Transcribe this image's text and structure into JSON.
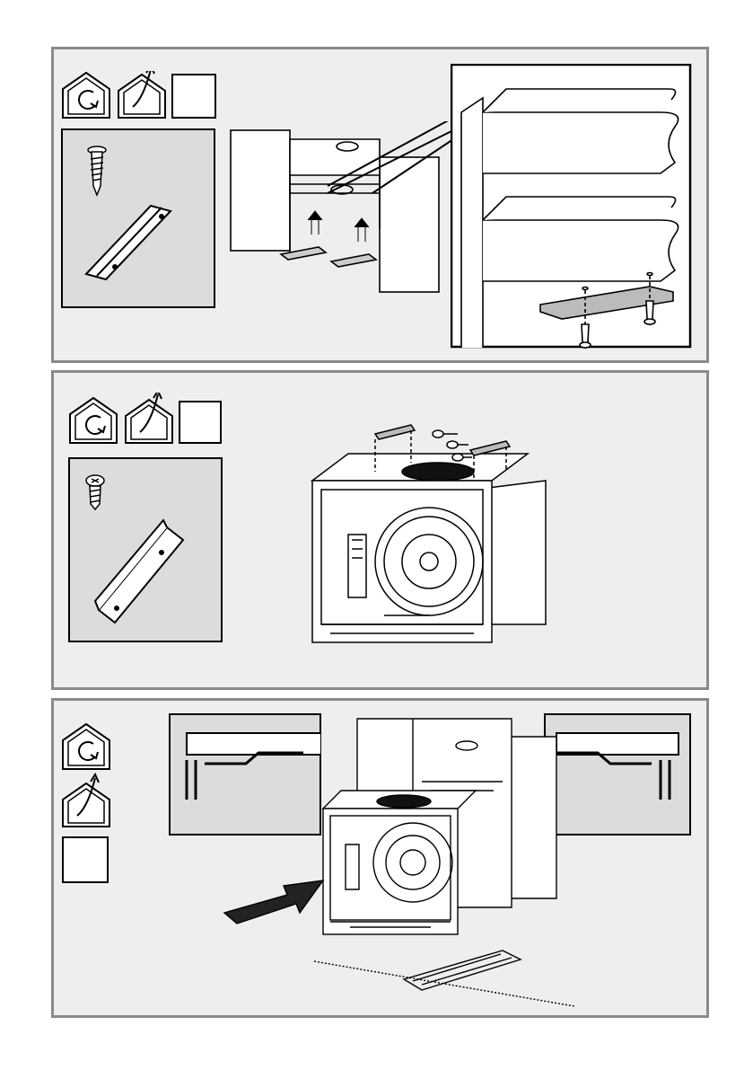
{
  "steps": [
    {
      "id": "step-1",
      "icons": [
        "recirculation-mode-icon",
        "extraction-mode-icon",
        "blank-mode-box"
      ],
      "hardware": [
        "screw-icon",
        "flat-bracket-icon"
      ]
    },
    {
      "id": "step-2",
      "icons": [
        "recirculation-mode-icon",
        "extraction-mode-icon",
        "blank-mode-box"
      ],
      "hardware": [
        "screw-icon",
        "angle-bracket-icon"
      ]
    },
    {
      "id": "step-3",
      "icons": [
        "recirculation-mode-icon",
        "extraction-mode-icon",
        "blank-mode-box"
      ],
      "hardware": []
    }
  ],
  "colors": {
    "panel_border": "#8a8a8a",
    "panel_fill": "#eeeeee",
    "line": "#000000",
    "hardware_fill": "#bdbdbd"
  }
}
